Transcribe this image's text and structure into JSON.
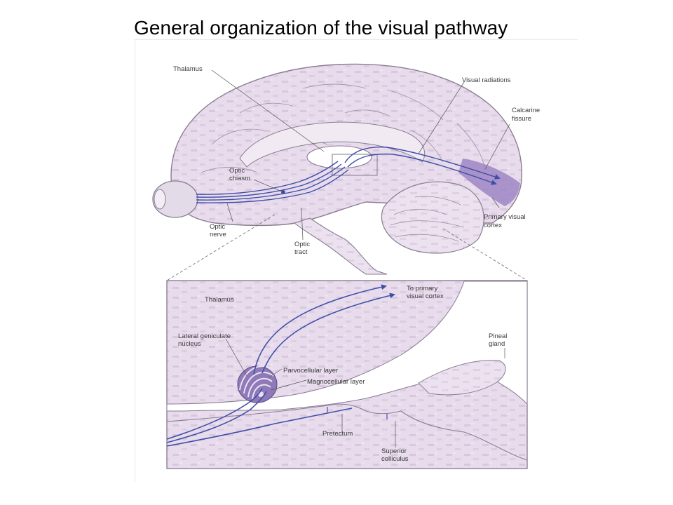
{
  "title": "General organization of the visual pathway",
  "upper_labels": {
    "thalamus": "Thalamus",
    "visual_radiations": "Visual radiations",
    "calcarine_1": "Calcarine",
    "calcarine_2": "fissure",
    "optic_chiasm_1": "Optic",
    "optic_chiasm_2": "chiasm",
    "optic_nerve_1": "Optic",
    "optic_nerve_2": "nerve",
    "optic_tract_1": "Optic",
    "optic_tract_2": "tract",
    "primary_visual_1": "Primary visual",
    "primary_visual_2": "cortex"
  },
  "inset_labels": {
    "thalamus": "Thalamus",
    "to_cortex_1": "To primary",
    "to_cortex_2": "visual cortex",
    "lgn_1": "Lateral geniculate",
    "lgn_2": "nucleus",
    "parvocellular": "Parvocellular layer",
    "magnocellular": "Magnocellular layer",
    "pineal_1": "Pineal",
    "pineal_2": "gland",
    "pretectum": "Pretectum",
    "superior_colliculus_1": "Superior",
    "superior_colliculus_2": "colliculus"
  },
  "colors": {
    "brain_fill": "#e6d9ea",
    "brain_outline": "#8a7d92",
    "pathway": "#3f4fa8",
    "cortex_highlight": "#9d86c4",
    "lgn_fill": "#8f79b8",
    "background": "#ffffff"
  }
}
